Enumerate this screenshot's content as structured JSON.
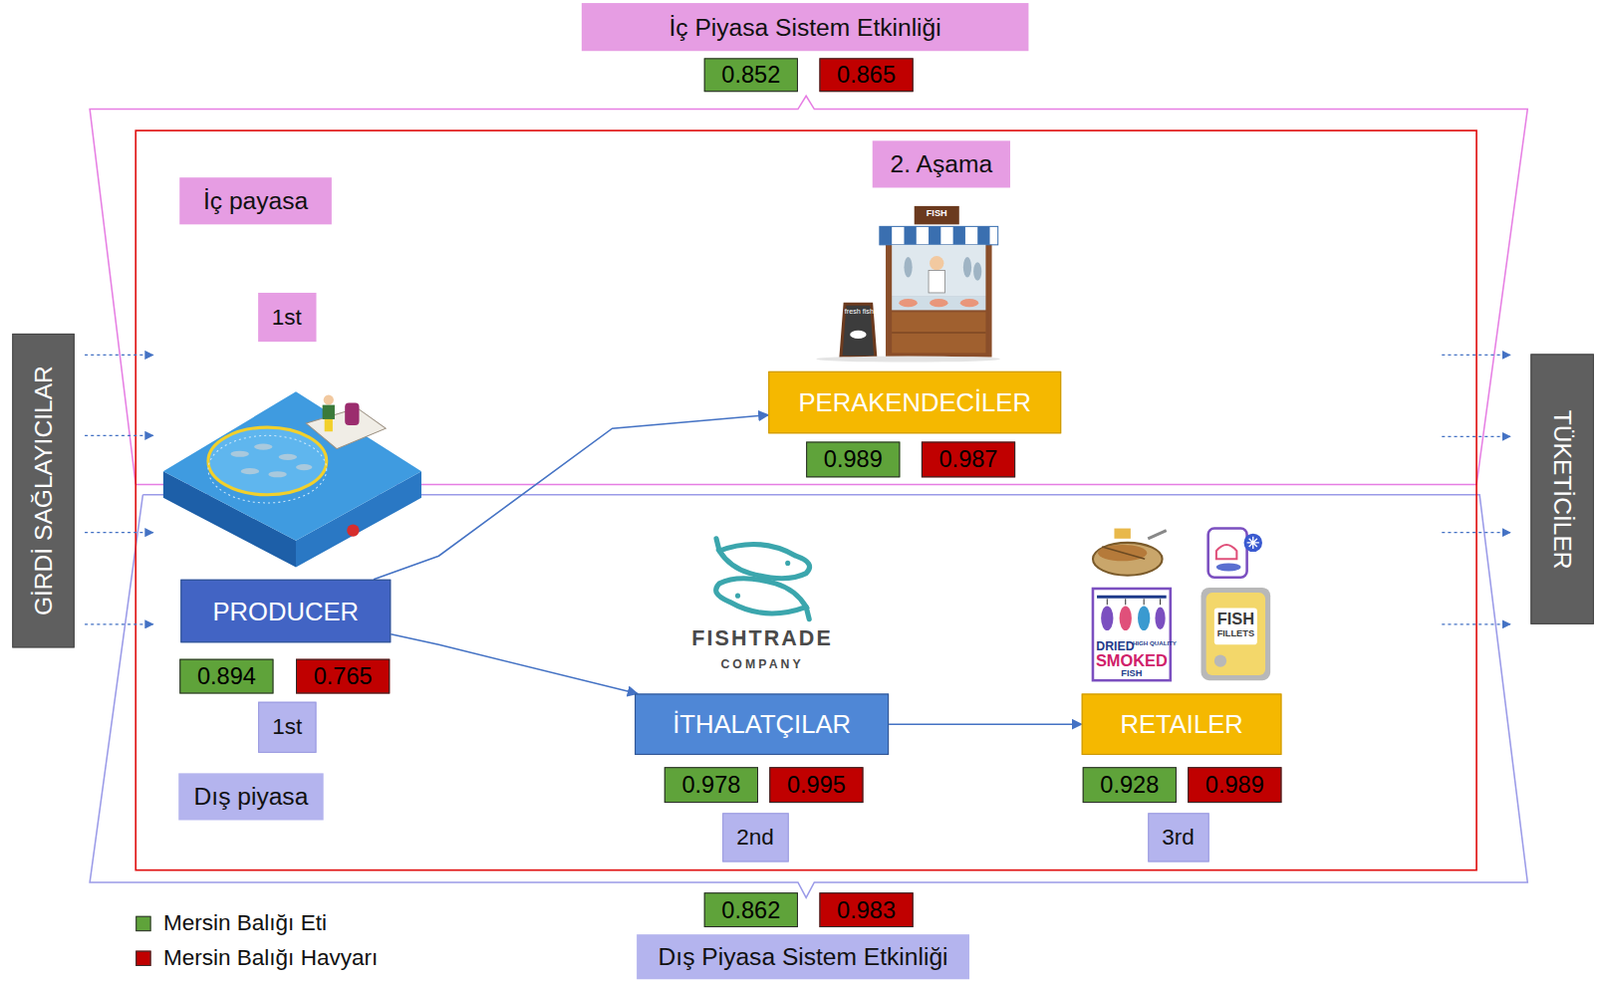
{
  "diagram": {
    "nodes": [
      {
        "text": [
          "İç Piyasa Sistem Etkinliği"
        ]
      },
      {
        "text": [
          "0.852"
        ]
      },
      {
        "text": [
          "0.865"
        ]
      },
      {
        "text": [
          "2. Aşama"
        ]
      },
      {
        "text": [
          "İç payasa"
        ]
      },
      {
        "text": [
          "1st"
        ]
      },
      {
        "text": [
          "GİRDİ SAĞLAYICILAR"
        ]
      },
      {
        "text": [
          "TÜKETİCİLER"
        ]
      },
      {
        "text": [
          "PERAKENDECİLER"
        ]
      },
      {
        "text": [
          "0.989"
        ]
      },
      {
        "text": [
          "0.987"
        ]
      },
      {
        "text": [
          "PRODUCER"
        ]
      },
      {
        "text": [
          "0.894"
        ]
      },
      {
        "text": [
          "0.765"
        ]
      },
      {
        "text": [
          "1st"
        ]
      },
      {
        "text": [
          "Dış piyasa"
        ]
      },
      {
        "text": [
          "İTHALATÇILAR"
        ]
      },
      {
        "text": [
          "0.978"
        ]
      },
      {
        "text": [
          "0.995"
        ]
      },
      {
        "text": [
          "2nd"
        ]
      },
      {
        "text": [
          "RETAILER"
        ]
      },
      {
        "text": [
          "0.928"
        ]
      },
      {
        "text": [
          "0.989"
        ]
      },
      {
        "text": [
          "3rd"
        ]
      },
      {
        "text": [
          "0.862"
        ]
      },
      {
        "text": [
          "0.983"
        ]
      },
      {
        "text": [
          "Dış Piyasa Sistem Etkinliği"
        ]
      }
    ],
    "edges": [
      {
        "from": 11,
        "to": 8,
        "arrow": "to"
      },
      {
        "from": 11,
        "to": 16,
        "arrow": "to"
      },
      {
        "from": 16,
        "to": 20,
        "arrow": "to"
      }
    ],
    "labels": [
      "FISHTRADE",
      "COMPANY",
      "FISH",
      "fresh fish",
      "DRIED",
      "HIGH QUALITY",
      "SMOKED",
      "FISH",
      "FISH",
      "FILLETS"
    ],
    "legend": [
      {
        "text": "Mersin Balığı Eti",
        "color": "#5fa33a"
      },
      {
        "text": "Mersin Balığı Havyarı",
        "color": "#c00000"
      }
    ]
  }
}
